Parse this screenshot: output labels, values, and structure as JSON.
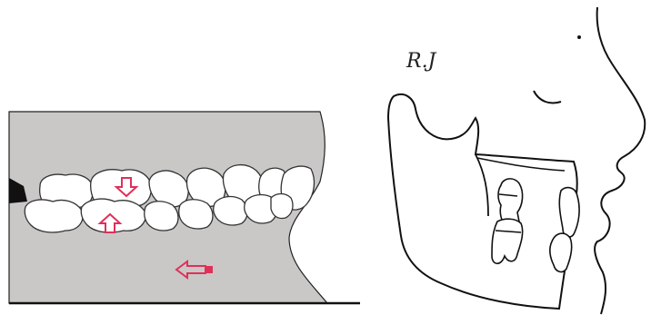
{
  "left_panel": {
    "background_color": "#c9c8c6",
    "outline_color": "#222222",
    "tooth_fill": "#ffffff",
    "arrow_color": "#e0305a",
    "upper_force_arrow_direction": "down",
    "lower_force_arrow_direction": "up",
    "horizontal_arrow_direction": "left"
  },
  "right_panel": {
    "annotation": "R.J",
    "line_color": "#111111"
  }
}
